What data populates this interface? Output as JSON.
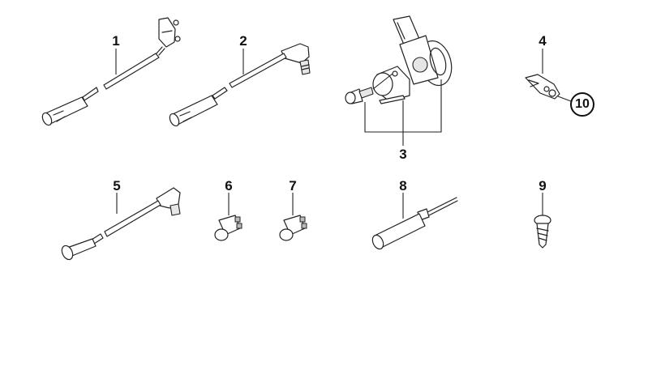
{
  "diagram": {
    "type": "exploded parts diagram",
    "background": "#ffffff",
    "line_color": "#222222",
    "parts": [
      {
        "id": "1",
        "label": "1",
        "description": "cable with round terminal and two-pin connector"
      },
      {
        "id": "2",
        "label": "2",
        "description": "cable with round terminal and elbow threaded sensor"
      },
      {
        "id": "3",
        "label": "3",
        "description": "sensor assembly with bracket and bolt"
      },
      {
        "id": "4",
        "label": "4",
        "description": "small bracket / clip"
      },
      {
        "id": "5",
        "label": "5",
        "description": "cable with flat plug and elbow connector"
      },
      {
        "id": "6",
        "label": "6",
        "description": "pressure switch"
      },
      {
        "id": "7",
        "label": "7",
        "description": "pressure switch"
      },
      {
        "id": "8",
        "label": "8",
        "description": "cylindrical sensor with wire"
      },
      {
        "id": "9",
        "label": "9",
        "description": "self-tapping screw"
      },
      {
        "id": "10",
        "label": "10",
        "description": "circled reference on part 4"
      }
    ]
  }
}
